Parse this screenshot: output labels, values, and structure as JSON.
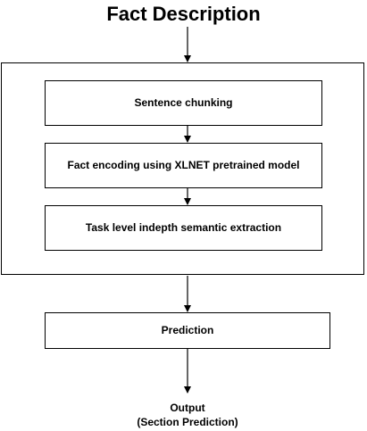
{
  "diagram": {
    "title": "Fact Description",
    "steps": [
      {
        "id": "chunking",
        "label": "Sentence chunking"
      },
      {
        "id": "encoding",
        "label": "Fact encoding using XLNET pretrained model"
      },
      {
        "id": "extraction",
        "label": "Task level indepth semantic extraction"
      },
      {
        "id": "prediction",
        "label": "Prediction"
      }
    ],
    "output": {
      "line1": "Output",
      "line2": "(Section Prediction)"
    }
  }
}
